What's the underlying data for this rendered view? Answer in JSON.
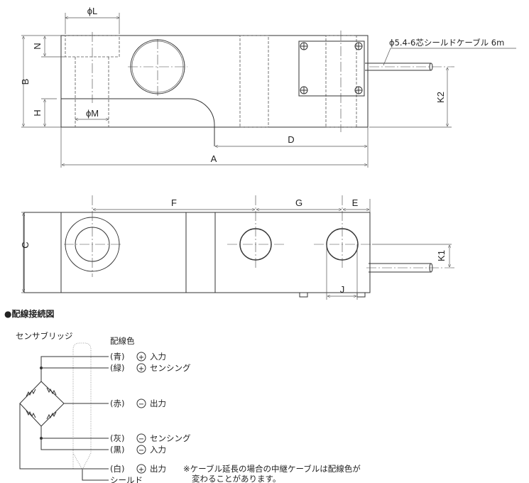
{
  "top_view": {
    "dims": {
      "phiL": "ϕL",
      "phiM": "ϕM",
      "B": "B",
      "N": "N",
      "H": "H",
      "A": "A",
      "D": "D",
      "K2": "K2"
    },
    "cable_label": "ϕ5.4-6芯シールドケーブル 6m"
  },
  "bottom_view": {
    "dims": {
      "F": "F",
      "G": "G",
      "E": "E",
      "C": "C",
      "K1": "K1",
      "J": "J"
    }
  },
  "wiring": {
    "title": "●配線接続図",
    "bridge_label": "センサブリッジ",
    "color_header": "配線色",
    "wires": [
      {
        "color": "(青)",
        "sign": "+",
        "function": "入力"
      },
      {
        "color": "(緑)",
        "sign": "+",
        "function": "センシング"
      },
      {
        "color": "(赤)",
        "sign": "−",
        "function": "出力"
      },
      {
        "color": "(灰)",
        "sign": "−",
        "function": "センシング"
      },
      {
        "color": "(黒)",
        "sign": "−",
        "function": "入力"
      },
      {
        "color": "(白)",
        "sign": "+",
        "function": "出力"
      }
    ],
    "shield_label": "シールド",
    "note_line1": "※ケーブル延長の場合の中継ケーブルは配線色が",
    "note_line2": "変わることがあります。"
  }
}
